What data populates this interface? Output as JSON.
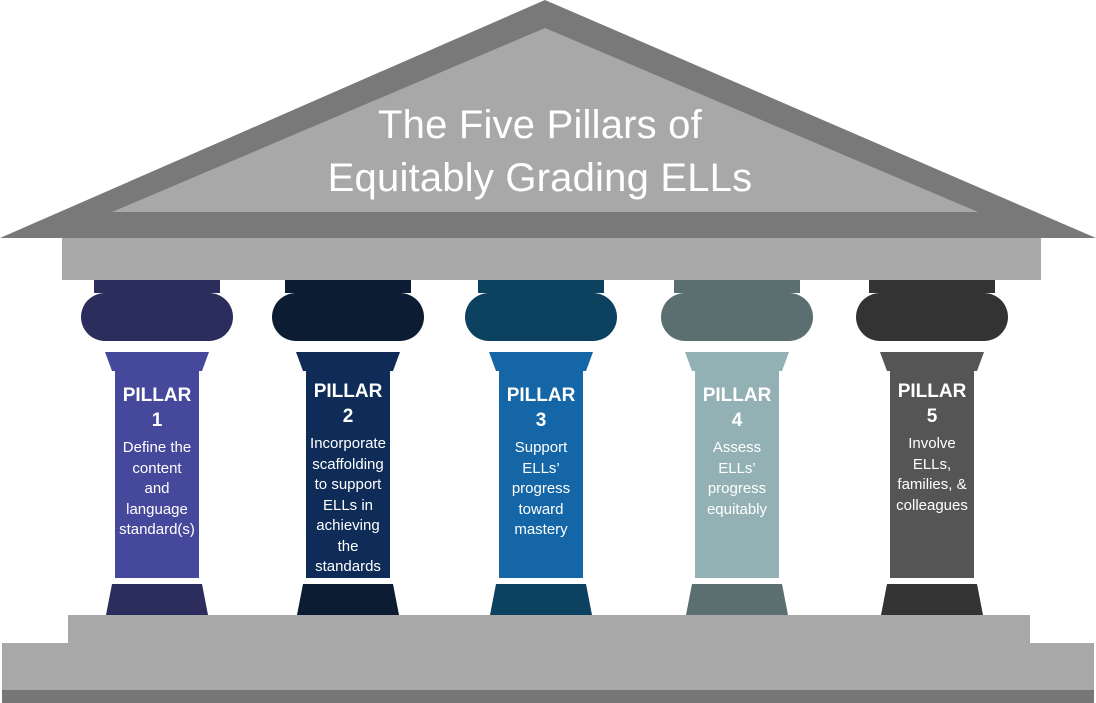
{
  "title": {
    "line1": "The Five Pillars of",
    "line2": "Equitably Grading ELLs"
  },
  "colors": {
    "roof_outer": "#797979",
    "roof_inner": "#a8a8a8",
    "entablature": "#a8a8a8",
    "base_top": "#a8a8a8",
    "base_bottom": "#a8a8a8",
    "base_shadow": "#777777"
  },
  "pillars": [
    {
      "label": "PILLAR",
      "number": "1",
      "description": "Define the\ncontent\nand\nlanguage\nstandard(s)",
      "cap_color": "#2b2d5c",
      "shaft_color": "#46489c"
    },
    {
      "label": "PILLAR",
      "number": "2",
      "description": "Incorporate\nscaffolding\nto support\nELLs in\nachieving\nthe\nstandards",
      "cap_color": "#0c1c33",
      "shaft_color": "#0e2c57"
    },
    {
      "label": "PILLAR",
      "number": "3",
      "description": "Support\nELLs’\nprogress\ntoward\nmastery",
      "cap_color": "#0c4160",
      "shaft_color": "#1566a6"
    },
    {
      "label": "PILLAR",
      "number": "4",
      "description": "Assess\nELLs’\nprogress\nequitably",
      "cap_color": "#5c6f70",
      "shaft_color": "#93b1b5"
    },
    {
      "label": "PILLAR",
      "number": "5",
      "description": "Involve\nELLs,\nfamilies, &\ncolleagues",
      "cap_color": "#333333",
      "shaft_color": "#555555"
    }
  ]
}
